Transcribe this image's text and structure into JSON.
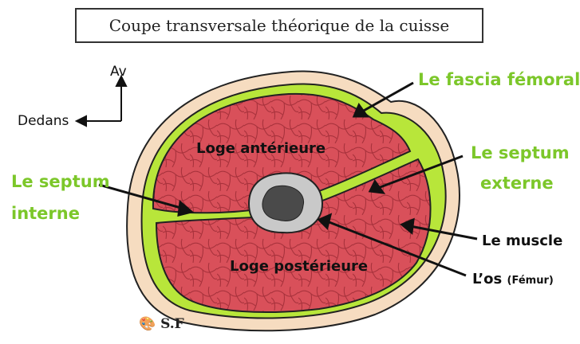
{
  "title": "Coupe transversale théorique de la cuisse",
  "orientation": {
    "up": "Av",
    "left": "Dedans"
  },
  "labels": {
    "fascia": "Le fascia fémoral",
    "septum_externe_1": "Le septum",
    "septum_externe_2": "externe",
    "septum_interne_1": "Le septum",
    "septum_interne_2": "interne",
    "muscle": "Le muscle",
    "os": "L’os",
    "os_note": "(Fémur)",
    "loge_anterieure": "Loge antérieure",
    "loge_posterieure": "Loge postérieure"
  },
  "signature": "S.F",
  "colors": {
    "skin": "#f6dcc0",
    "fascia": "#b8e63a",
    "muscle": "#d9505a",
    "muscle_lines": "#a8323c",
    "bone": "#c9c9c9",
    "marrow": "#4a4a4a",
    "label_green": "#7cc72a"
  },
  "icons": [
    "palette-icon",
    "orientation-arrows-icon"
  ]
}
